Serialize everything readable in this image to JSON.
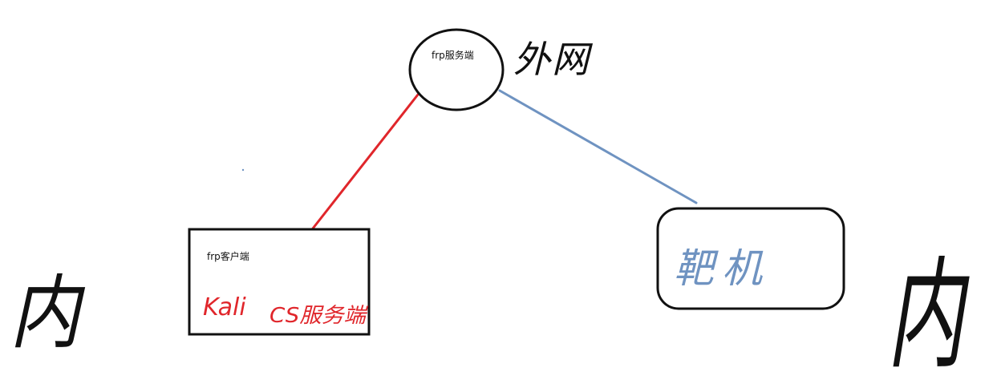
{
  "diagram": {
    "server_label": "frp服务端",
    "client_label": "frp客户端",
    "external_label": "外网",
    "internal_label_left": "内",
    "internal_label_right": "内",
    "client_tool_1": "Kali",
    "client_tool_2": "CS服务端",
    "target_label": "靶机",
    "colors": {
      "outline": "#111111",
      "red_link": "#e0262b",
      "blue_link": "#6f93c1",
      "background": "#ffffff"
    }
  }
}
